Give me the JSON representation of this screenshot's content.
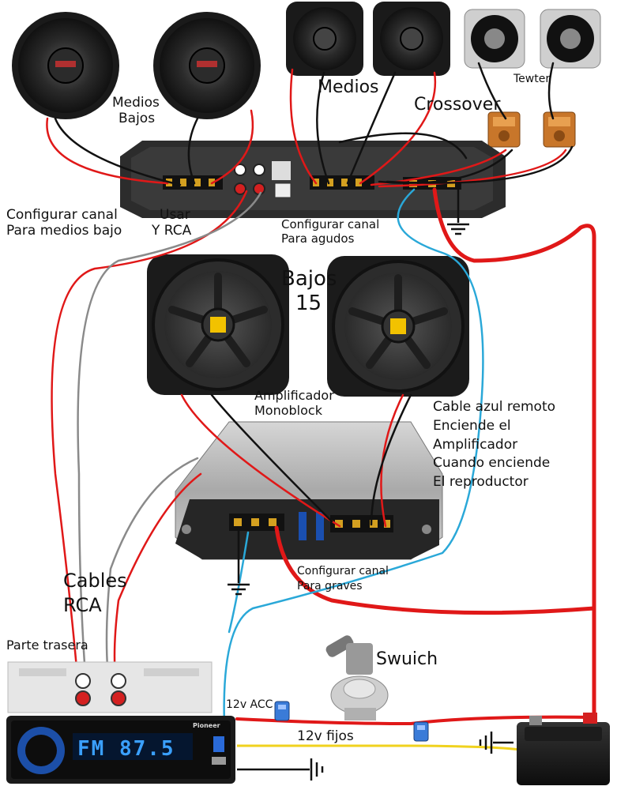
{
  "labels": {
    "medios_bajos_1": "Medios",
    "medios_bajos_2": "Bajos",
    "medios": "Medios",
    "tewter": "Tewter",
    "crossover": "Crossover",
    "config_medios_1": "Configurar canal",
    "config_medios_2": "Para medios bajo",
    "usar_rca_1": "Usar",
    "usar_rca_2": "Y RCA",
    "config_agudos_1": "Configurar canal",
    "config_agudos_2": "Para agudos",
    "bajos_15_1": "Bajos",
    "bajos_15_2": "15",
    "amp_mono_1": "Amplificador",
    "amp_mono_2": "Monoblock",
    "remote_1": "Cable azul remoto",
    "remote_2": "Enciende el",
    "remote_3": "Amplificador",
    "remote_4": "Cuando enciende",
    "remote_5": "El reproductor",
    "config_graves_1": "Configurar canal",
    "config_graves_2": "Para graves",
    "cables_rca_1": "Cables",
    "cables_rca_2": "RCA",
    "parte_trasera": "Parte trasera",
    "swuich": "Swuich",
    "acc": "12v ACC",
    "fijos": "12v fijos"
  },
  "stereo": {
    "display": "FM 87.5",
    "brand": "Pioneer"
  },
  "colors": {
    "power_wire": "#e01818",
    "remote_wire": "#2aa8d8",
    "constant_wire": "#f0d21e",
    "signal_wire": "#111111",
    "rca_wire": "#888888",
    "amp_body": "#2c2c2c",
    "sub_logo": "#f2c200"
  },
  "icons": [
    "speaker-icon",
    "tweeter-icon",
    "crossover-icon",
    "amplifier-icon",
    "subwoofer-icon",
    "ground-icon",
    "fuse-icon",
    "ignition-key-icon",
    "battery-icon",
    "car-stereo-icon"
  ]
}
